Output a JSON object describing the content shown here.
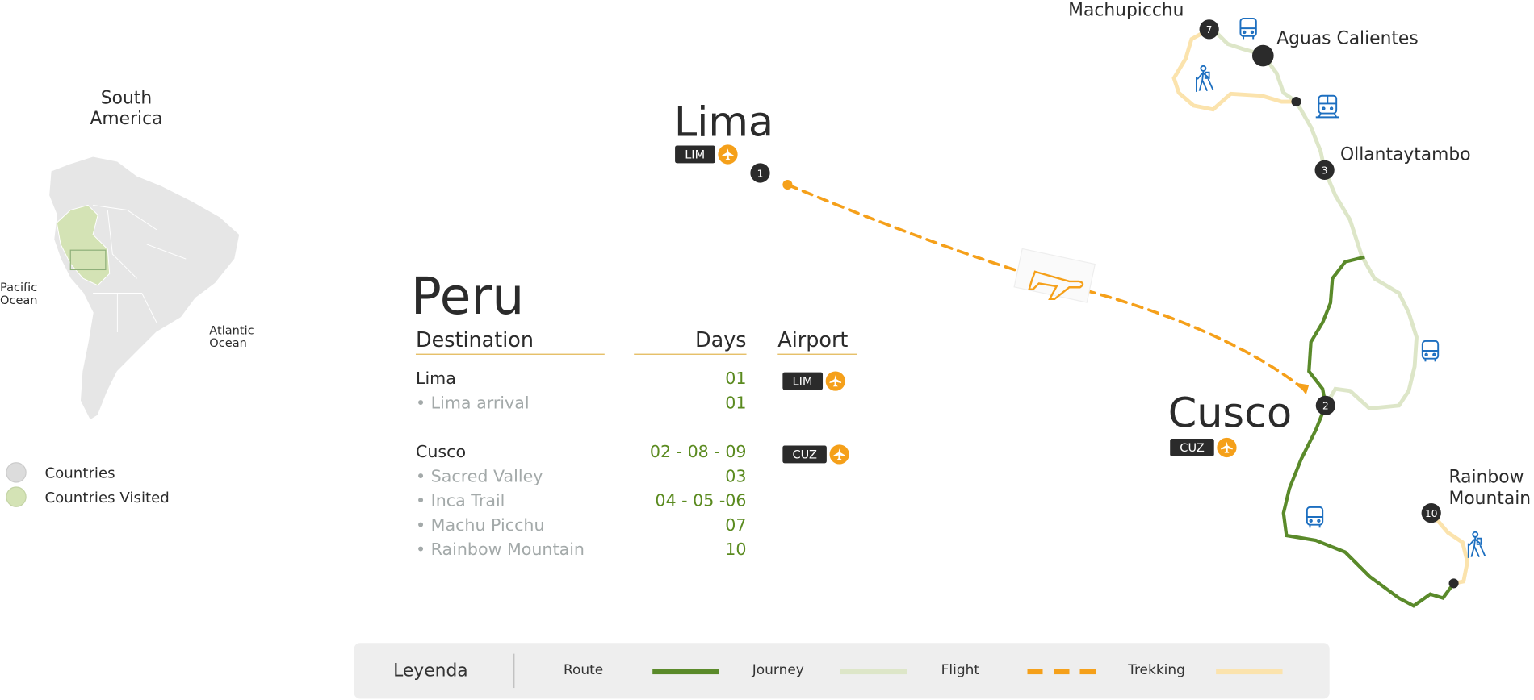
{
  "continent_map": {
    "title_line1": "South",
    "title_line2": "America",
    "pacific_line1": "Pacific",
    "pacific_line2": "Ocean",
    "atlantic_line1": "Atlantic",
    "atlantic_line2": "Ocean",
    "legend": [
      {
        "label": "Countries",
        "color": "#dcdcdc"
      },
      {
        "label": "Countries Visited",
        "color": "#d4e3b5"
      }
    ]
  },
  "table": {
    "country": "Peru",
    "headers": {
      "destination": "Destination",
      "days": "Days",
      "airport": "Airport"
    },
    "rows": [
      {
        "name": "Lima",
        "days": "01",
        "airport": "LIM",
        "type": "main"
      },
      {
        "name": "• Lima arrival",
        "days": "01",
        "type": "sub"
      },
      {
        "name": "Cusco",
        "days": "02 - 08 - 09",
        "airport": "CUZ",
        "type": "main"
      },
      {
        "name": "• Sacred Valley",
        "days": "03",
        "type": "sub"
      },
      {
        "name": "• Inca Trail",
        "days": "04 - 05 -06",
        "type": "sub"
      },
      {
        "name": "• Machu Picchu",
        "days": "07",
        "type": "sub"
      },
      {
        "name": "• Rainbow Mountain",
        "days": "10",
        "type": "sub"
      }
    ]
  },
  "map": {
    "lima": {
      "label": "Lima",
      "code": "LIM",
      "stop": "1"
    },
    "cusco": {
      "label": "Cusco",
      "code": "CUZ",
      "stop": "2"
    },
    "ollantaytambo": {
      "label": "Ollantaytambo",
      "stop": "3"
    },
    "machupicchu": {
      "label": "Machupicchu",
      "stop": "7"
    },
    "aguas": {
      "label": "Aguas Calientes"
    },
    "rainbow": {
      "label_line1": "Rainbow",
      "label_line2": "Mountain",
      "stop": "10"
    }
  },
  "legend": {
    "title": "Leyenda",
    "items": [
      {
        "label": "Route",
        "color": "#5a8a2a"
      },
      {
        "label": "Journey",
        "color": "#dde6c8"
      },
      {
        "label": "Flight",
        "color": "#f5a01a"
      },
      {
        "label": "Trekking",
        "color": "#fbe3ad"
      }
    ]
  },
  "colors": {
    "accent": "#f5a01a",
    "dark": "#2b2b2b",
    "icon": "#1d6fc0"
  }
}
